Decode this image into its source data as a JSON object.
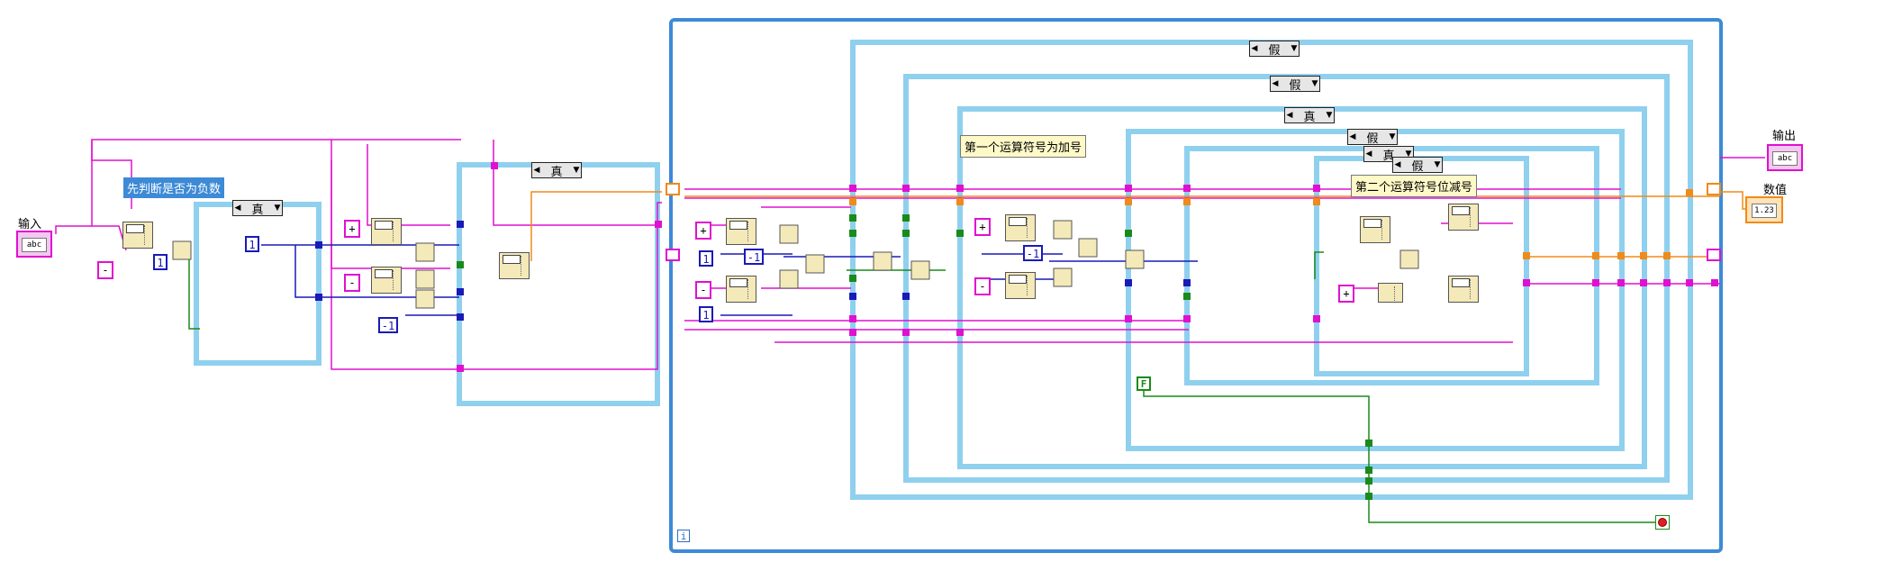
{
  "controls": {
    "input_label": "输入",
    "input_terminal": "abc",
    "output_label": "输出",
    "output_terminal": "abc",
    "number_label": "数值",
    "number_terminal": "1.23"
  },
  "comments": {
    "negative_check": "先判断是否为负数",
    "first_op_plus": "第一个运算符号为加号",
    "second_op_minus": "第二个运算符号位减号"
  },
  "case_selectors": {
    "outer_left": "真",
    "second": "真",
    "loop_case_1": "假",
    "loop_case_2": "假",
    "loop_case_3": "真",
    "loop_case_4": "假",
    "loop_case_5": "真",
    "loop_case_6": "假"
  },
  "constants": {
    "minus": "-",
    "plus": "+",
    "one": "1",
    "neg_one": "-1",
    "false_const": "F",
    "iteration": "i"
  },
  "colors": {
    "string_wire": "#e010d0",
    "numeric_wire": "#1a1ab8",
    "boolean_wire": "#1a8a1a",
    "orange_wire": "#f08a18",
    "loop_border": "#3d8ad6",
    "case_border": "#8fd0ee"
  }
}
